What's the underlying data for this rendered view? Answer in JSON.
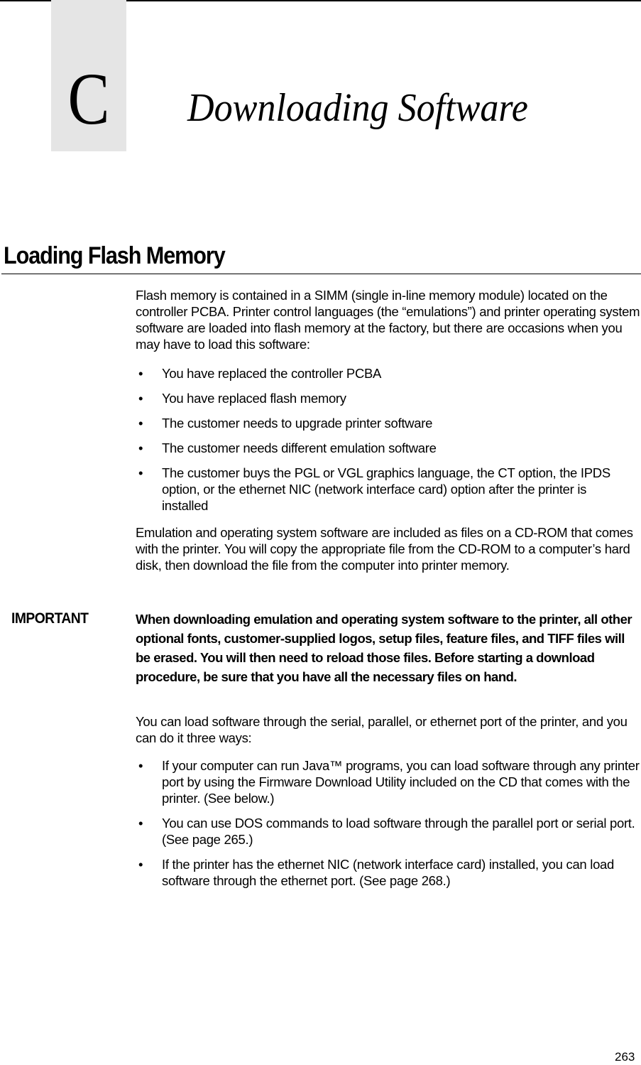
{
  "chapter": {
    "letter": "C",
    "title": "Downloading Software"
  },
  "section": {
    "heading": "Loading Flash Memory"
  },
  "intro": {
    "paragraph": "Flash memory is contained in a SIMM (single in-line memory module) located on the controller PCBA. Printer control languages (the “emulations”) and printer operating system software are loaded into flash memory at the factory, but there are occasions when you may have to load this software:",
    "bullets": [
      "You have replaced the controller PCBA",
      "You have replaced flash memory",
      "The customer needs to upgrade printer software",
      "The customer needs different emulation software",
      "The customer buys the PGL or VGL graphics language, the CT option, the IPDS option, or the ethernet NIC (network interface card) option after the printer is installed"
    ]
  },
  "emulation": {
    "paragraph": "Emulation and operating system software are included as files on a CD-ROM that comes with the printer. You will copy the appropriate file from the CD-ROM to a computer’s hard disk, then download the file from the computer into printer memory."
  },
  "important": {
    "label": "IMPORTANT",
    "text": "When downloading emulation and operating system software to the printer, all other optional fonts, customer-supplied logos, setup files, feature files, and TIFF files will be erased. You will then need to reload those files. Before starting a download procedure, be sure that you have all the necessary files on hand."
  },
  "methods": {
    "paragraph": "You can load software through the serial, parallel, or ethernet port of the printer, and you can do it three ways:",
    "bullets": [
      "If your computer can run Java™ programs, you can load software through any printer port by using the Firmware Download Utility included on the CD that comes with the printer. (See below.)",
      "You can use DOS commands to load software through the parallel port or serial port. (See page 265.)",
      "If the printer has the ethernet NIC (network interface card) installed, you can load software through the ethernet port. (See page 268.)"
    ]
  },
  "bullet_glyph": "•",
  "footer": {
    "page_number": "263"
  }
}
